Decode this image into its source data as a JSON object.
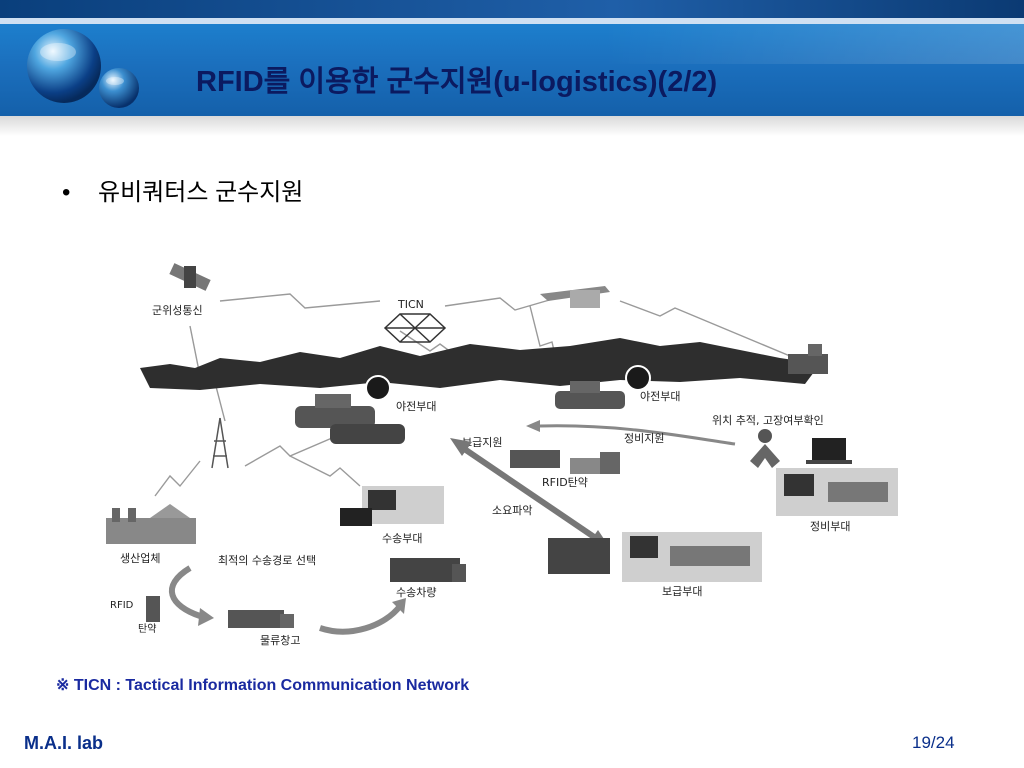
{
  "slide": {
    "title": "RFID를 이용한 군수지원(u-logistics)(2/2)",
    "bullet": "유비쿼터스 군수지원",
    "footnote": "※ TICN : Tactical Information Communication Network",
    "footer_label": "M.A.I. lab",
    "page_number": "19/24"
  },
  "diagram": {
    "labels": {
      "satellite": "군위성통신",
      "ticn": "TICN",
      "field_unit_left": "야전부대",
      "field_unit_right": "야전부대",
      "tracking": "위치 추적, 고장여부확인",
      "supply_support": "보급지원",
      "maintenance_support": "정비지원",
      "rfid_ammo": "RFID탄약",
      "demand_forecast": "소요파악",
      "maintenance_unit": "정비부대",
      "transport_unit": "수송부대",
      "producer": "생산업체",
      "optimal_route": "최적의 수송경로 선택",
      "transport_vehicle": "수송차량",
      "supply_unit": "보급부대",
      "rfid": "RFID",
      "ammo": "탄약",
      "warehouse": "물류창고"
    }
  },
  "colors": {
    "title": "#0b1a60",
    "header_blue": "#1b6fbd",
    "footnote": "#1a2aa0",
    "footer": "#0a2f8a"
  }
}
